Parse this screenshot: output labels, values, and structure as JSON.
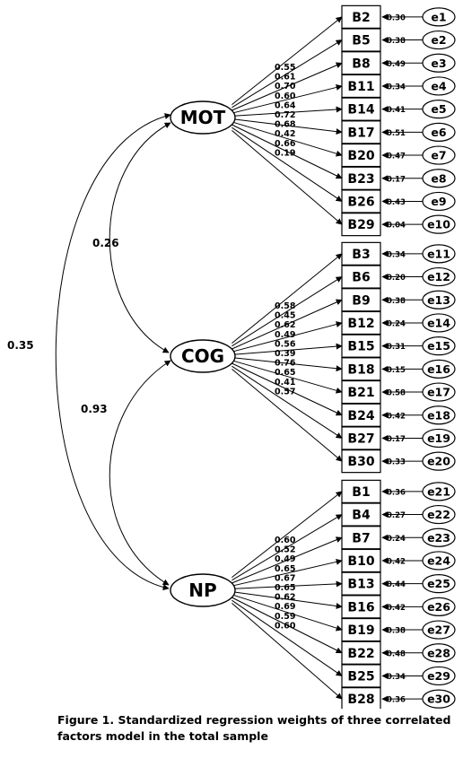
{
  "factors": [
    {
      "label": "MOT",
      "items": [
        {
          "item": "B2",
          "loading": "0.55",
          "error": "e1",
          "error_value": "0.30"
        },
        {
          "item": "B5",
          "loading": "0.61",
          "error": "e2",
          "error_value": "0.38"
        },
        {
          "item": "B8",
          "loading": "0.70",
          "error": "e3",
          "error_value": "0.49"
        },
        {
          "item": "B11",
          "loading": "0.60",
          "error": "e4",
          "error_value": "0.34"
        },
        {
          "item": "B14",
          "loading": "0.64",
          "error": "e5",
          "error_value": "0.41"
        },
        {
          "item": "B17",
          "loading": "0.72",
          "error": "e6",
          "error_value": "0.51"
        },
        {
          "item": "B20",
          "loading": "0.68",
          "error": "e7",
          "error_value": "0.47"
        },
        {
          "item": "B23",
          "loading": "0.42",
          "error": "e8",
          "error_value": "0.17"
        },
        {
          "item": "B26",
          "loading": "0.66",
          "error": "e9",
          "error_value": "0.43"
        },
        {
          "item": "B29",
          "loading": "0.19",
          "error": "e10",
          "error_value": "0.04"
        }
      ]
    },
    {
      "label": "COG",
      "items": [
        {
          "item": "B3",
          "loading": "0.58",
          "error": "e11",
          "error_value": "0.34"
        },
        {
          "item": "B6",
          "loading": "0.45",
          "error": "e12",
          "error_value": "0.20"
        },
        {
          "item": "B9",
          "loading": "0.62",
          "error": "e13",
          "error_value": "0.38"
        },
        {
          "item": "B12",
          "loading": "0.49",
          "error": "e14",
          "error_value": "0.24"
        },
        {
          "item": "B15",
          "loading": "0.56",
          "error": "e15",
          "error_value": "0.31"
        },
        {
          "item": "B18",
          "loading": "0.39",
          "error": "e16",
          "error_value": "0.15"
        },
        {
          "item": "B21",
          "loading": "0.76",
          "error": "e17",
          "error_value": "0.58"
        },
        {
          "item": "B24",
          "loading": "0.65",
          "error": "e18",
          "error_value": "0.42"
        },
        {
          "item": "B27",
          "loading": "0.41",
          "error": "e19",
          "error_value": "0.17"
        },
        {
          "item": "B30",
          "loading": "0.57",
          "error": "e20",
          "error_value": "0.33"
        }
      ]
    },
    {
      "label": "NP",
      "items": [
        {
          "item": "B1",
          "loading": "0.60",
          "error": "e21",
          "error_value": "0.36"
        },
        {
          "item": "B4",
          "loading": "0.52",
          "error": "e22",
          "error_value": "0.27"
        },
        {
          "item": "B7",
          "loading": "0.49",
          "error": "e23",
          "error_value": "0.24"
        },
        {
          "item": "B10",
          "loading": "0.65",
          "error": "e24",
          "error_value": "0.42"
        },
        {
          "item": "B13",
          "loading": "0.67",
          "error": "e25",
          "error_value": "0.44"
        },
        {
          "item": "B16",
          "loading": "0.65",
          "error": "e26",
          "error_value": "0.42"
        },
        {
          "item": "B19",
          "loading": "0.62",
          "error": "e27",
          "error_value": "0.38"
        },
        {
          "item": "B22",
          "loading": "0.69",
          "error": "e28",
          "error_value": "0.48"
        },
        {
          "item": "B25",
          "loading": "0.59",
          "error": "e29",
          "error_value": "0.34"
        },
        {
          "item": "B28",
          "loading": "0.60",
          "error": "e30",
          "error_value": "0.36"
        }
      ]
    }
  ],
  "correlations": [
    {
      "from": "MOT",
      "to": "COG",
      "value": "0.26"
    },
    {
      "from": "COG",
      "to": "NP",
      "value": "0.93"
    },
    {
      "from": "MOT",
      "to": "NP",
      "value": "0.35"
    }
  ],
  "caption": "Figure 1. Standardized regression weights of three correlated factors model in the total sample"
}
